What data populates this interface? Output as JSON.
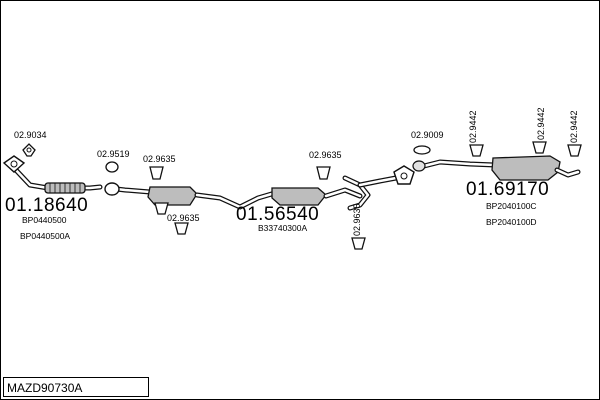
{
  "diagram": {
    "kit_code": "MAZD90730A",
    "sections": [
      {
        "big_number": "01.18640",
        "refs": [
          "BP0440500",
          "BP0440500A"
        ]
      },
      {
        "big_number": "01.56540",
        "refs": [
          "B33740300A"
        ]
      },
      {
        "big_number": "01.69170",
        "refs": [
          "BP2040100C",
          "BP2040100D"
        ]
      }
    ],
    "accessories": {
      "a1": "02.9034",
      "a2": "02.9519",
      "a3": "02.9635",
      "a4": "02.9635",
      "a5": "02.9635",
      "a6": "02.9635",
      "a7": "02.9009",
      "a8": "02.9442",
      "a9": "02.9442",
      "a10": "02.9442"
    }
  }
}
